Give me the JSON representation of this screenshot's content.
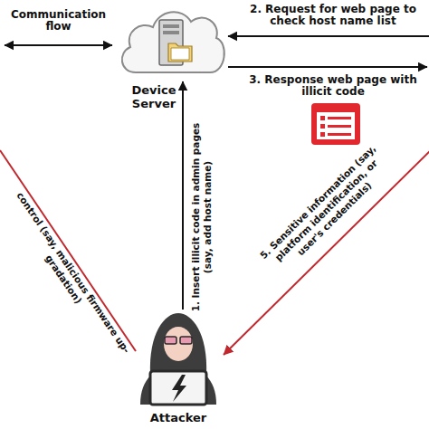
{
  "diagram": {
    "nodes": [
      {
        "text": [
          "Device Server"
        ]
      },
      {
        "text": [
          "Attacker"
        ]
      }
    ],
    "edges": [
      {
        "from": 1,
        "to": 0,
        "arrow": "to",
        "label": "1. Insert illicit code in admin pages (say, add host name)"
      }
    ],
    "labels": [
      "Communication flow",
      "2. Request for web page to check host name list",
      "3. Response web page with illicit code",
      "5. Sensitive information (say, platform identification, or user's credentials)",
      "control (say, malicious firmware up-gradation)"
    ]
  }
}
